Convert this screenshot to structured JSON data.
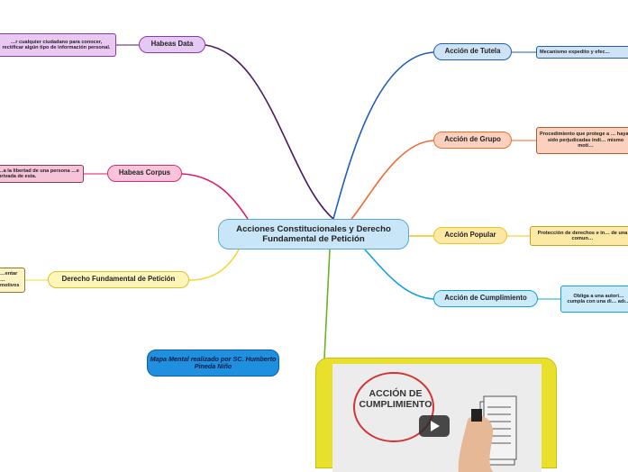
{
  "central": "Acciones Constitucionales y Derecho Fundamental de Petición",
  "credit": "Mapa Mental realizado por SC. Humberto Pineda Niño",
  "left_branches": [
    {
      "label": "Habeas Data",
      "note": "…r cualquier ciudadano para conocer, rectificar algún tipo de información personal.",
      "color": "#4b1a63"
    },
    {
      "label": "Habeas Corpus",
      "note": "…a la libertad de una persona …e privada de esta.",
      "color": "#e0136a"
    },
    {
      "label": "Derecho Fundamental de Petición",
      "note": "…entar …motivos",
      "color": "#f0d83a"
    }
  ],
  "right_branches": [
    {
      "label": "Acción de Tutela",
      "note": "Mecanismo expedito y efec…",
      "color": "#1e5fb8"
    },
    {
      "label": "Acción de Grupo",
      "note": "Procedimiento que protege a … hayan sido perjudicadas indi… mismo moti…",
      "color": "#f06a32"
    },
    {
      "label": "Acción Popular",
      "note": "Protección de derechos e in… de una comun…",
      "color": "#f0c418"
    },
    {
      "label": "Acción de Cumplimiento",
      "note": "Obliga a una autori… cumpla con una di… adı…",
      "color": "#13a0dc"
    }
  ],
  "video": {
    "title": "ACCIÓN DE CUMPLIMIENTO",
    "play_icon": "play-icon"
  }
}
